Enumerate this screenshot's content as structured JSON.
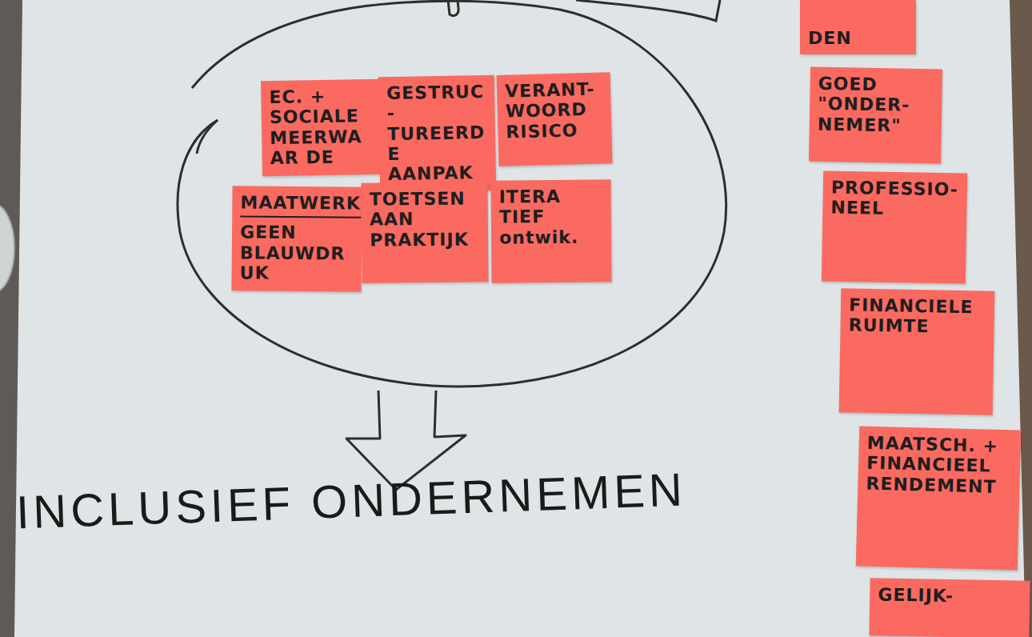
{
  "diagram": {
    "nodes": [
      {
        "text": [
          "EC. + SOCIALE MEERWAAR DE"
        ]
      },
      {
        "text": [
          "GESTRUC- TUREERDE AANPAK"
        ]
      },
      {
        "text": [
          "VERANT- WOORD RISICO"
        ]
      },
      {
        "text": [
          "MAATWERK",
          "GEEN BLAUWDRUK"
        ]
      },
      {
        "text": [
          "TOETSEN AAN PRAKTIJK"
        ]
      },
      {
        "text": [
          "ITERA TIEF ontwik."
        ]
      },
      {
        "text": [
          "DEN"
        ]
      },
      {
        "text": [
          "GOED \"ONDER- NEMER\""
        ]
      },
      {
        "text": [
          "PROFESSIO- NEEL"
        ]
      },
      {
        "text": [
          "FINANCIELE RUIMTE"
        ]
      },
      {
        "text": [
          "MAATSCH. + FINANCIEEL RENDEMENT"
        ]
      },
      {
        "text": [
          "GELIJK-"
        ]
      }
    ],
    "labels": [
      "INCLUSIEF ONDERNEMEN"
    ]
  }
}
